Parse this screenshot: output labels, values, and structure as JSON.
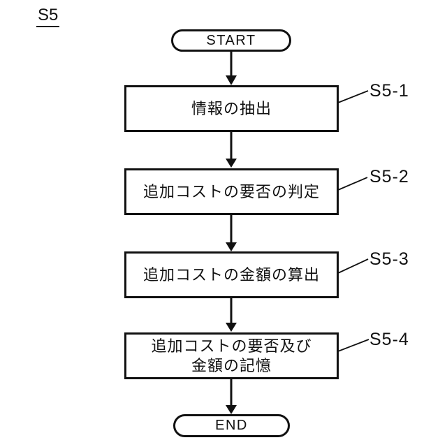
{
  "figure": {
    "label": "S5",
    "terminals": {
      "start": "START",
      "end": "END"
    },
    "steps": [
      {
        "id": "S5-1",
        "lines": [
          "情報の抽出"
        ]
      },
      {
        "id": "S5-2",
        "lines": [
          "追加コストの要否の判定"
        ]
      },
      {
        "id": "S5-3",
        "lines": [
          "追加コストの金額の算出"
        ]
      },
      {
        "id": "S5-4",
        "lines": [
          "追加コストの要否及び",
          "金額の記憶"
        ]
      }
    ],
    "colors": {
      "line": "#111111",
      "background": "#ffffff"
    }
  }
}
